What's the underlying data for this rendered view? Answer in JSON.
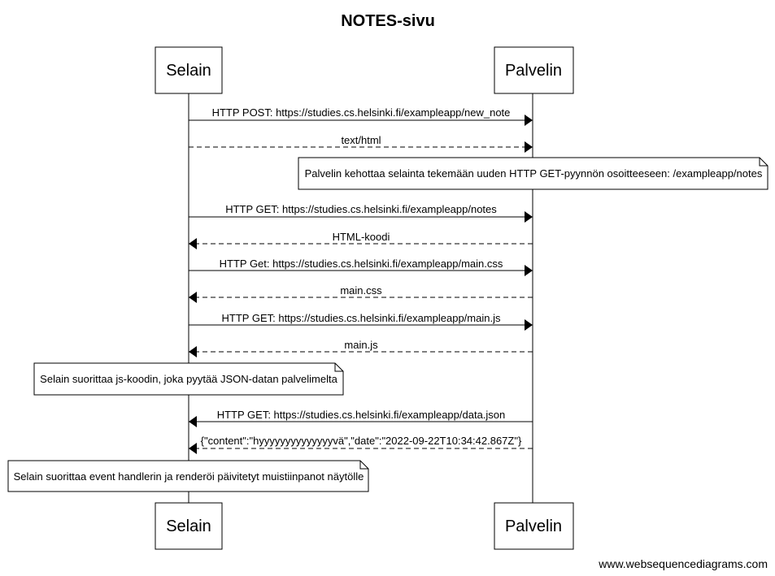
{
  "title": "NOTES-sivu",
  "actors": {
    "browser": "Selain",
    "server": "Palvelin"
  },
  "messages": [
    {
      "text": "HTTP POST: https://studies.cs.helsinki.fi/exampleapp/new_note",
      "from": "browser",
      "to": "server",
      "style": "solid"
    },
    {
      "text": "text/html",
      "from": "browser",
      "to": "server",
      "style": "dashed"
    },
    {
      "text": "HTTP GET: https://studies.cs.helsinki.fi/exampleapp/notes",
      "from": "browser",
      "to": "server",
      "style": "solid"
    },
    {
      "text": "HTML-koodi",
      "from": "server",
      "to": "browser",
      "style": "dashed"
    },
    {
      "text": "HTTP Get: https://studies.cs.helsinki.fi/exampleapp/main.css",
      "from": "browser",
      "to": "server",
      "style": "solid"
    },
    {
      "text": "main.css",
      "from": "server",
      "to": "browser",
      "style": "dashed"
    },
    {
      "text": "HTTP GET: https://studies.cs.helsinki.fi/exampleapp/main.js",
      "from": "browser",
      "to": "server",
      "style": "solid"
    },
    {
      "text": "main.js",
      "from": "server",
      "to": "browser",
      "style": "dashed"
    },
    {
      "text": "HTTP GET: https://studies.cs.helsinki.fi/exampleapp/data.json",
      "from": "server",
      "to": "browser",
      "style": "solid"
    },
    {
      "text": "{\"content\":\"hyyyyyyyyyyyyyyvä\",\"date\":\"2022-09-22T10:34:42.867Z\"}",
      "from": "server",
      "to": "browser",
      "style": "dashed"
    }
  ],
  "notes": [
    {
      "text": "Palvelin kehottaa selainta tekemään uuden HTTP GET-pyynnön osoitteeseen: /exampleapp/notes",
      "over": "server"
    },
    {
      "text": "Selain suorittaa js-koodin, joka pyytää JSON-datan palvelimelta",
      "over": "browser"
    },
    {
      "text": "Selain suorittaa event handlerin ja renderöi päivitetyt muistiinpanot näytölle",
      "over": "browser"
    }
  ],
  "footer": "www.websequencediagrams.com"
}
